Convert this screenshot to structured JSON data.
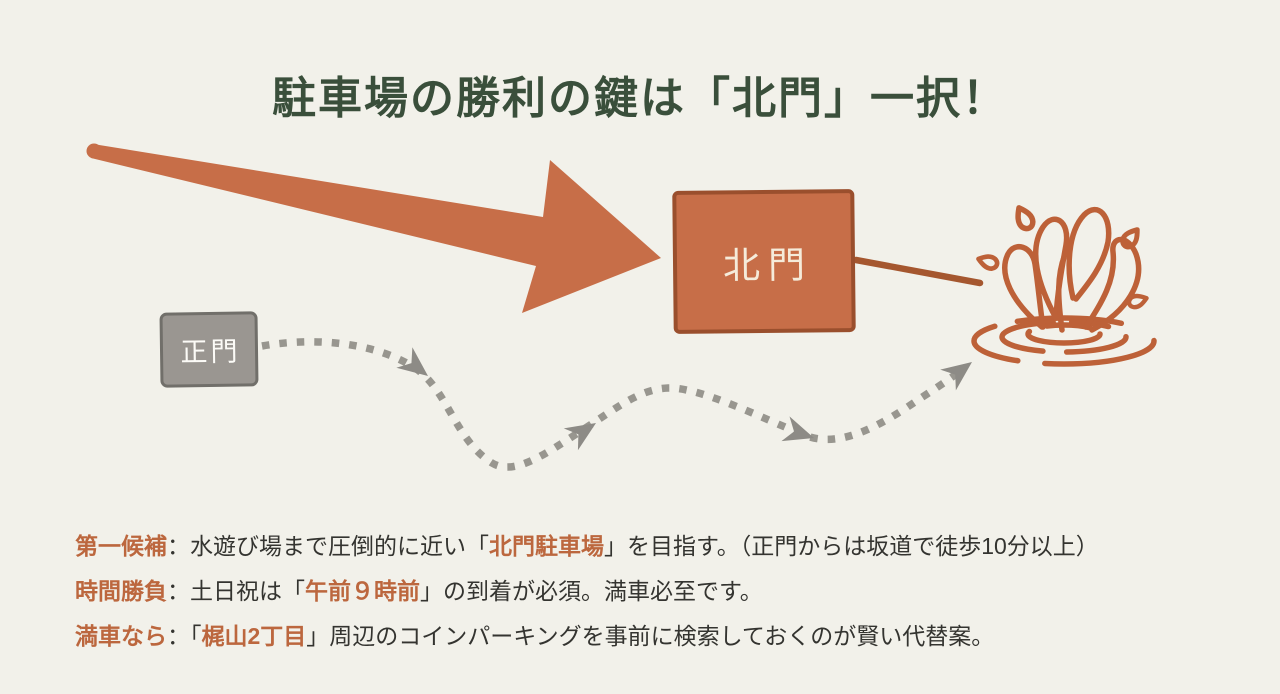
{
  "title": "駐車場の勝利の鍵は「北門」一択！",
  "colors": {
    "background": "#F2F1EA",
    "title_green": "#3A4F3B",
    "orange": "#C76E48",
    "orange_border": "#9A4F2D",
    "splash_orange": "#BD6138",
    "connector_orange": "#A5572F",
    "accent_orange": "#BC673E",
    "gray_fill": "#9A9691",
    "gray_border": "#716F6A",
    "path_gray": "#98968F",
    "path_arrow_gray": "#8D8B86",
    "text_dark": "#343430",
    "box_label_cream": "#F5EBDA"
  },
  "diagram": {
    "north_gate": {
      "label": "北門"
    },
    "main_gate": {
      "label": "正門"
    },
    "icons": {
      "emphasis_arrow": "big-arrow-icon",
      "route": "dotted-route-path",
      "destination": "water-splash-icon"
    }
  },
  "notes": [
    {
      "label": "第一候補",
      "colon": "：",
      "pre": "水遊び場まで圧倒的に近い「",
      "highlight": "北門駐車場",
      "post": "」を目指す。（正門からは坂道で徒歩10分以上）"
    },
    {
      "label": "時間勝負",
      "colon": "：",
      "pre": "土日祝は「",
      "highlight": "午前９時前",
      "post": "」の到着が必須。満車必至です。"
    },
    {
      "label": "満車なら",
      "colon": "：",
      "pre": "「",
      "highlight": "梶山2丁目",
      "post": "」周辺のコインパーキングを事前に検索しておくのが賢い代替案。"
    }
  ]
}
